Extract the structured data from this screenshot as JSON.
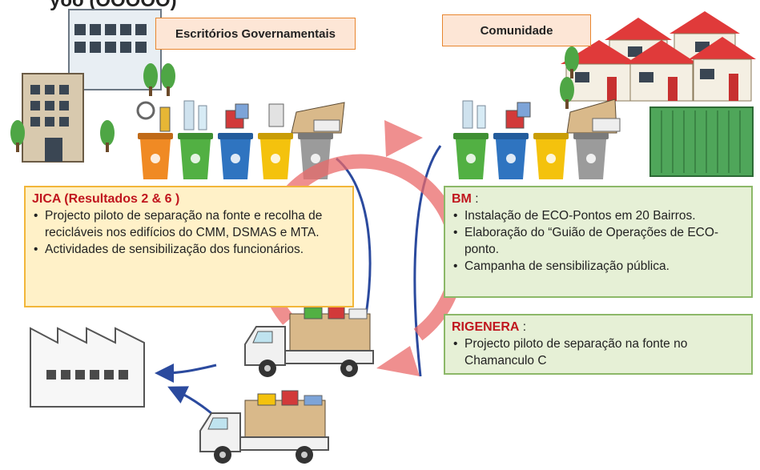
{
  "top_title_fragment": "yoo (OOOOO)",
  "labels": {
    "government": "Escritórios Governamentais",
    "community": "Comunidade"
  },
  "jica": {
    "title": "JICA (Resultados 2 & 6 )",
    "bullets": [
      "Projecto piloto de separação na fonte e recolha de recicláveis nos edifícios do CMM, DSMAS e MTA.",
      "Actividades de sensibilização dos funcionários."
    ]
  },
  "bm": {
    "title": "BM",
    "suffix": ":",
    "bullets": [
      "Instalação de ECO-Pontos em 20 Bairros.",
      "Elaboração do “Guião de Operações de ECO-ponto.",
      "Campanha de sensibilização pública."
    ]
  },
  "rigenera": {
    "title": "RIGENERA",
    "suffix": ":",
    "bullets": [
      "Projecto piloto de separação na fonte no Chamanculo C"
    ]
  },
  "colors": {
    "bin_orange": "#f08a24",
    "bin_green": "#52b043",
    "bin_blue": "#2f74c0",
    "bin_yellow": "#f4c20d",
    "bin_gray": "#9b9b9b",
    "cycle_red": "#e96a6a",
    "flow_blue": "#2b4a9e",
    "roof_red": "#e03a3a",
    "container_green": "#4fa65a"
  },
  "icons": [
    "office-building-icon",
    "tree-icon",
    "house-icon",
    "recycling-bin-icon",
    "recyclables-icon",
    "shipping-container-icon",
    "truck-icon",
    "factory-icon"
  ]
}
